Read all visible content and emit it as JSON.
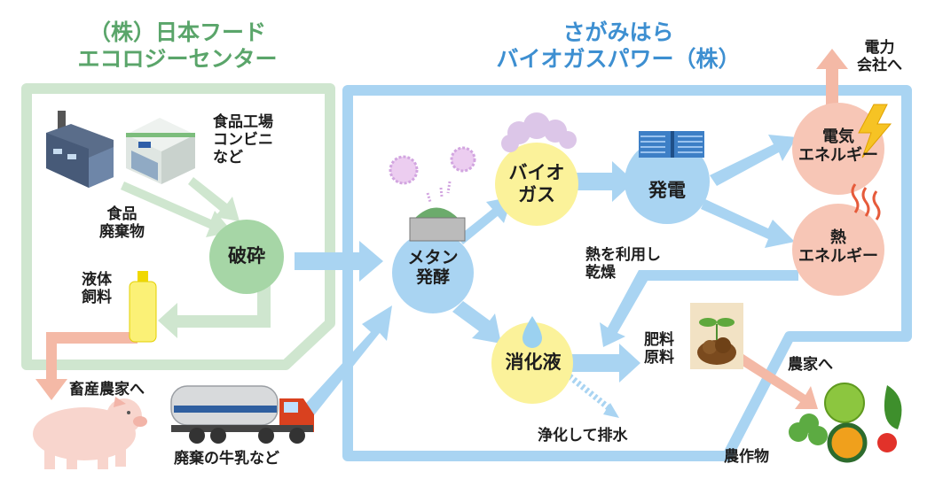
{
  "left_org": {
    "line1": "（株）日本フード",
    "line2": "エコロジーセンター"
  },
  "right_org": {
    "line1": "さがみはら",
    "line2": "バイオガスパワー（株）"
  },
  "sources": {
    "factory_line1": "食品工場",
    "factory_line2": "コンビニ",
    "factory_line3": "など",
    "food_waste_line1": "食品",
    "food_waste_line2": "廃棄物",
    "liquid_feed_line1": "液体",
    "liquid_feed_line2": "飼料",
    "livestock": "畜産農家へ",
    "milk": "廃棄の牛乳など"
  },
  "nodes": {
    "crush": "破砕",
    "methane_line1": "メタン",
    "methane_line2": "発酵",
    "biogas_line1": "バイオ",
    "biogas_line2": "ガス",
    "power_gen": "発電",
    "digest": "消化液",
    "electric_line1": "電気",
    "electric_line2": "エネルギー",
    "heat_line1": "熱",
    "heat_line2": "エネルギー"
  },
  "outputs": {
    "power_company_line1": "電力",
    "power_company_line2": "会社へ",
    "heat_use_line1": "熱を利用し",
    "heat_use_line2": "乾燥",
    "fertilizer_line1": "肥料",
    "fertilizer_line2": "原料",
    "farmers": "農家へ",
    "crops": "農作物",
    "drain": "浄化して排水"
  },
  "colors": {
    "green_title": "#5aa56a",
    "blue_title": "#3d8fd1",
    "green_frame": "#cfe6cf",
    "blue_frame": "#a9d4f2",
    "blue_node": "#a9d4f2",
    "yellow_node": "#fbf29a",
    "pink_node": "#f7c6b6",
    "green_node": "#a6d6a6"
  }
}
